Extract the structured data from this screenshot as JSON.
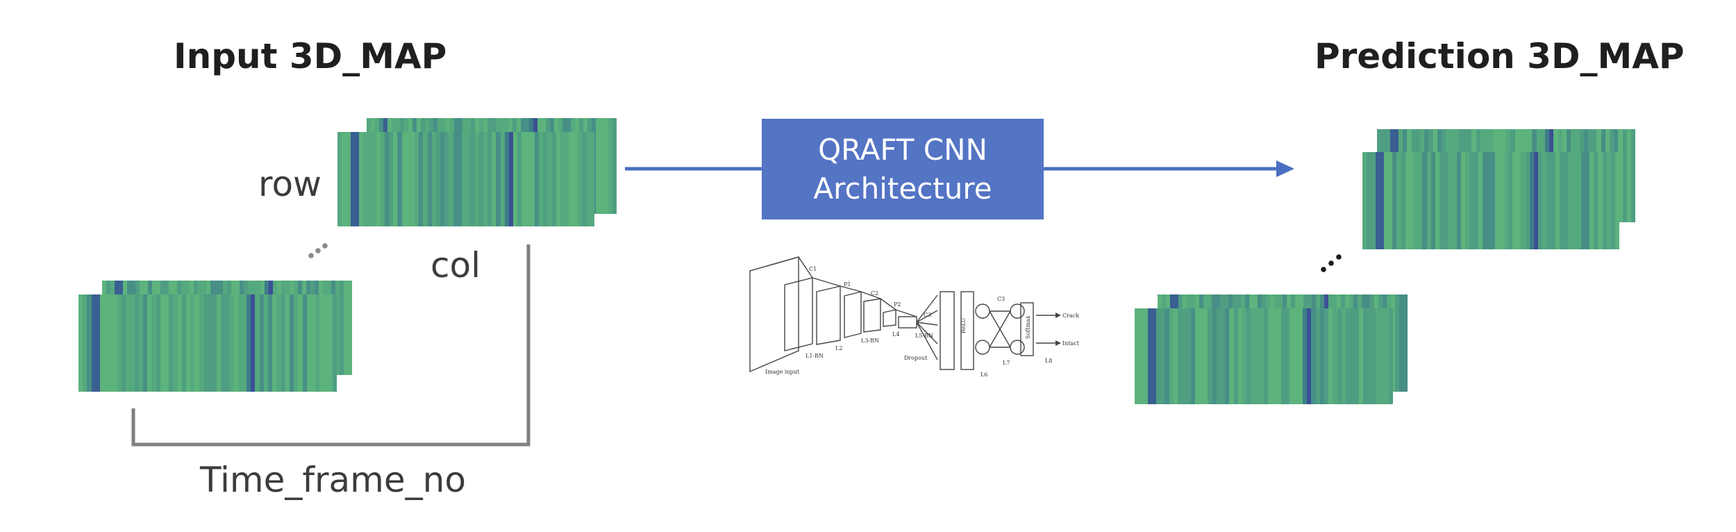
{
  "titles": {
    "input": "Input 3D_MAP",
    "prediction": "Prediction 3D_MAP"
  },
  "labels": {
    "row": "row",
    "col": "col",
    "time_frame": "Time_frame_no",
    "ellipsis": "..."
  },
  "cnn_box": {
    "line1": "QRAFT CNN",
    "line2": "Architecture",
    "color": "#5474c4"
  },
  "colors": {
    "arrow": "#4a6fc0",
    "bracket": "#808080",
    "heatmap_palette": [
      "#5cb37c",
      "#55a97e",
      "#4f9e82",
      "#478f86",
      "#3e7c8a",
      "#3a5f92",
      "#3b4f94"
    ]
  },
  "cnn_diagram_labels": [
    "C1",
    "P1",
    "C2",
    "P2",
    "C3",
    "L4",
    "L3-BN",
    "L5-BN",
    "L2",
    "L1-BN",
    "Image input",
    "Dropout",
    "ReLU",
    "L6",
    "C3",
    "L7",
    "Softmax",
    "L8",
    "Crack",
    "Intact"
  ]
}
